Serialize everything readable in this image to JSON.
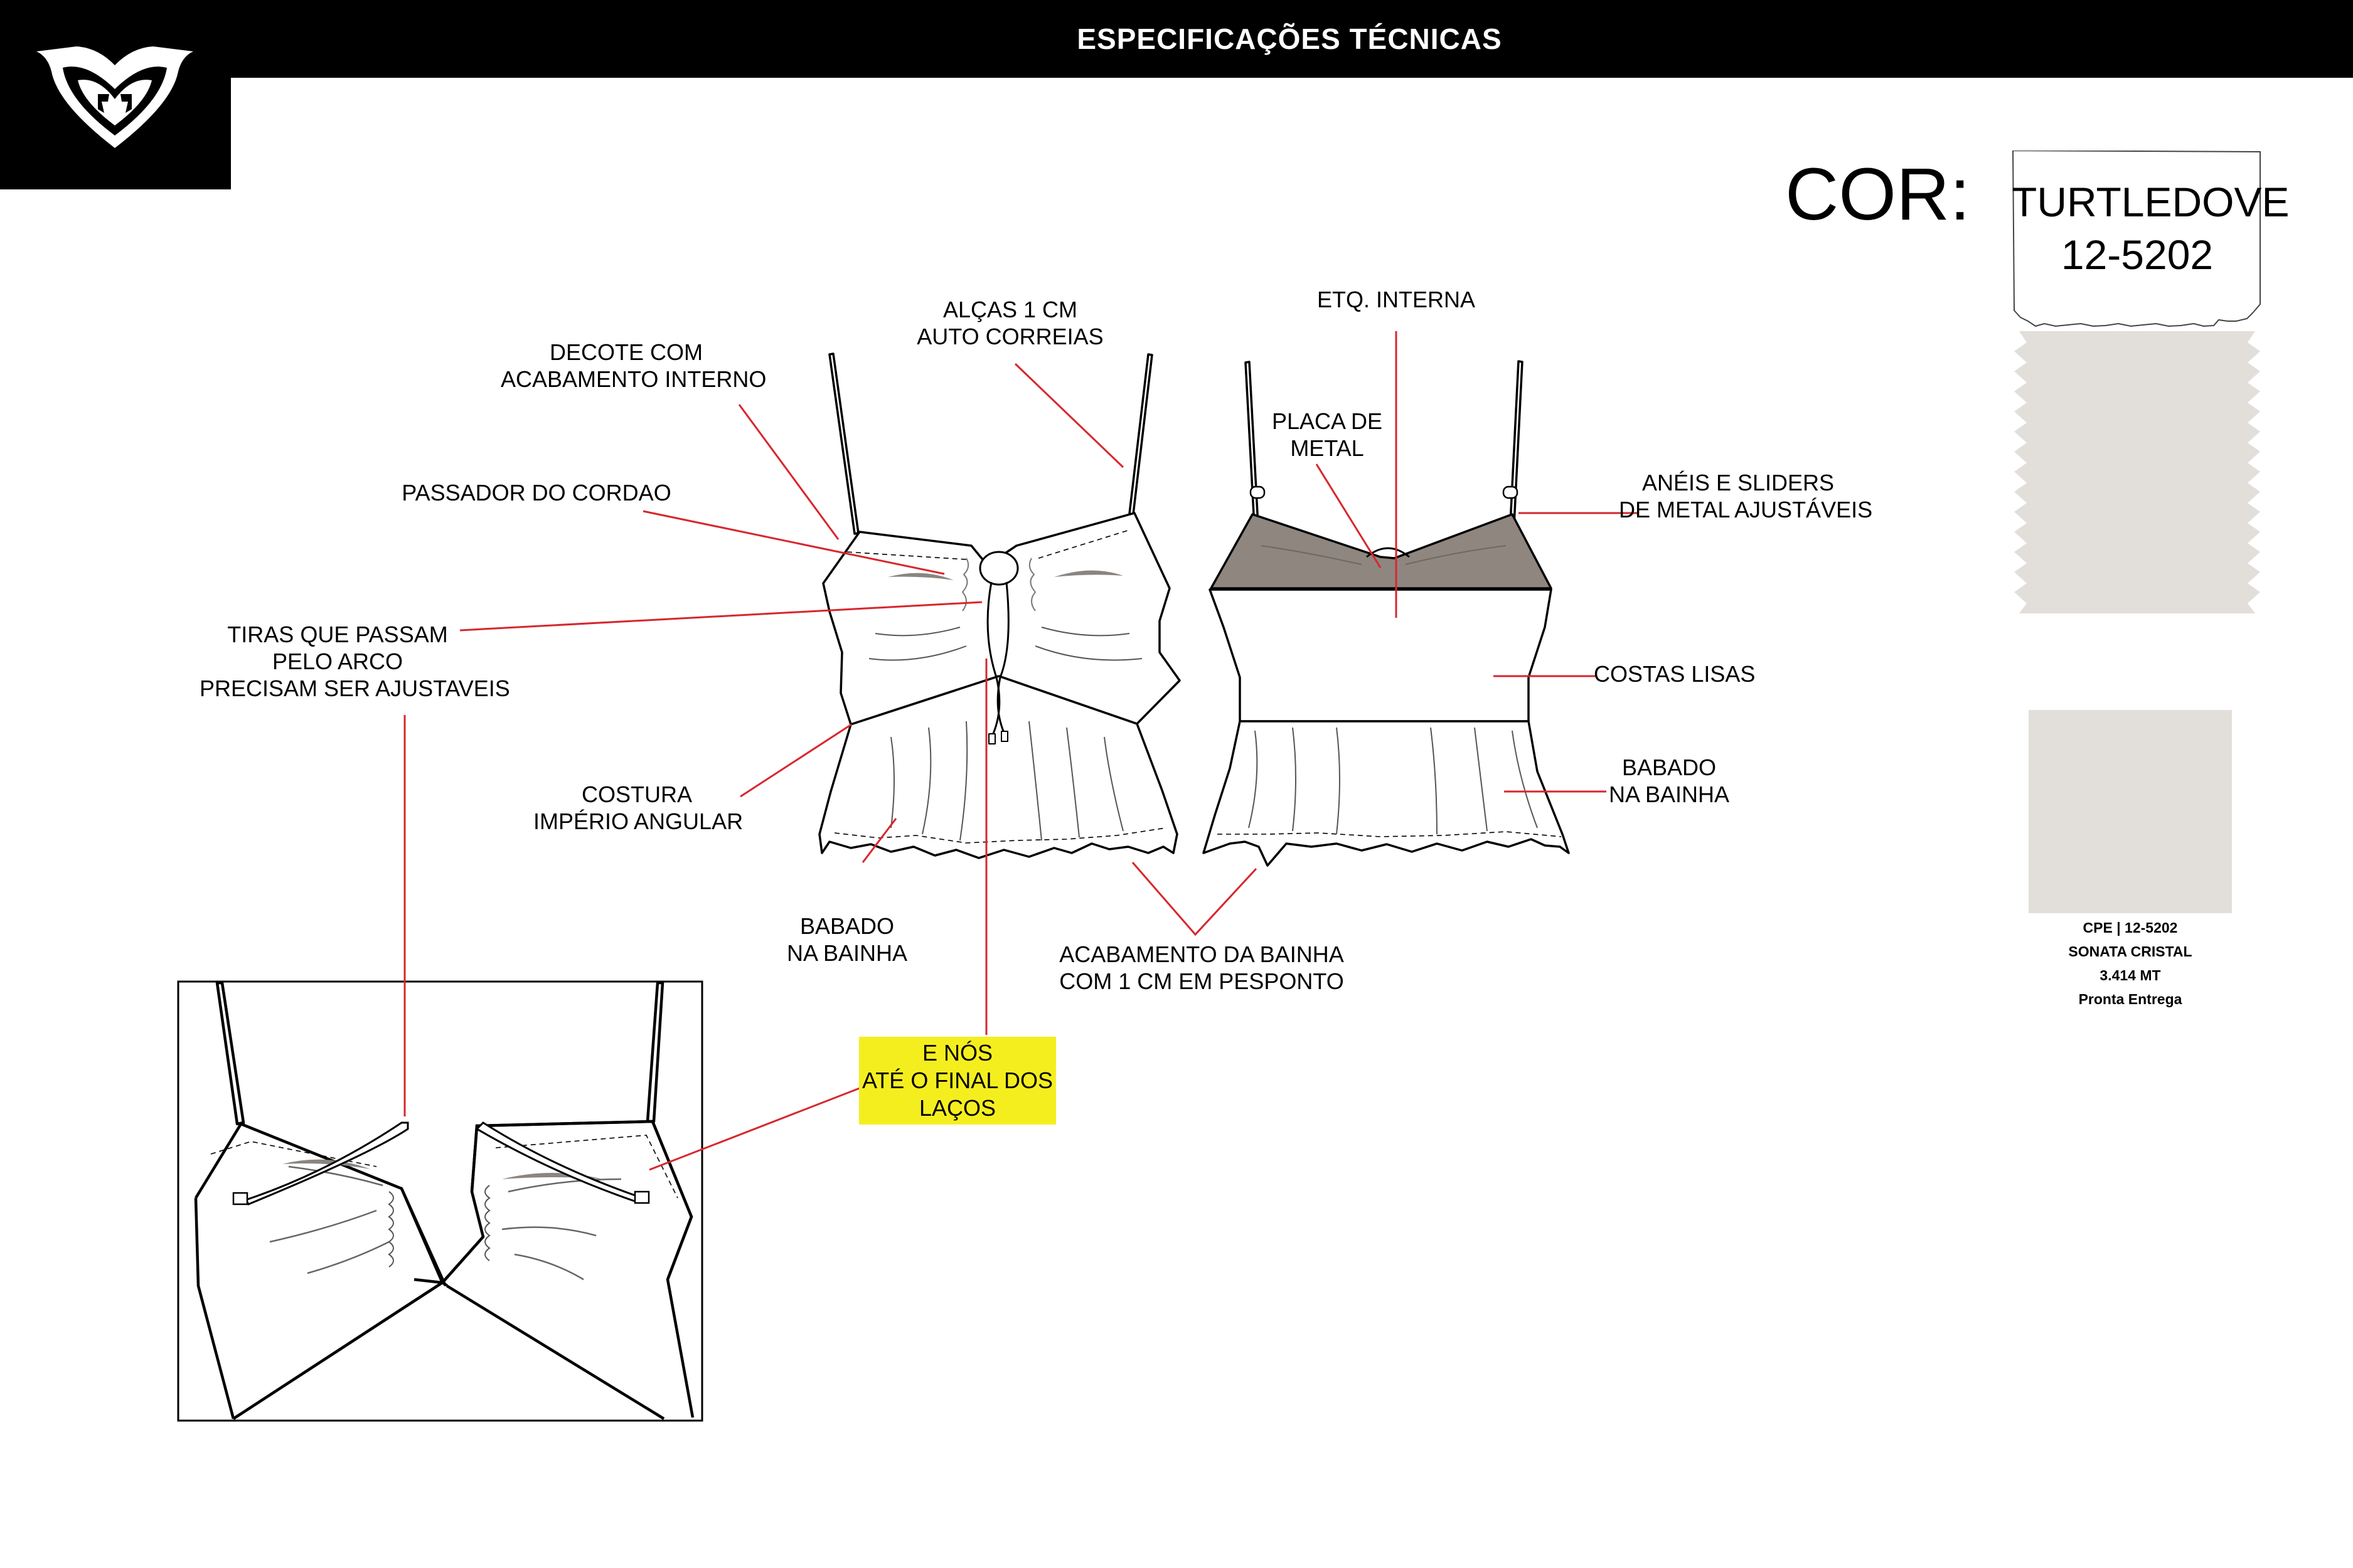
{
  "header": {
    "title": "ESPECIFICAÇÕES TÉCNICAS"
  },
  "color": {
    "label": "COR:",
    "swatch_name": "TURTLEDOVE",
    "swatch_code": "12-5202",
    "swatch_hex": "#e2dfda"
  },
  "fabric": {
    "hex": "#e2dfda",
    "line1": "CPE | 12-5202",
    "line2": "SONATA CRISTAL",
    "line3": "3.414 MT",
    "line4": "Pronta Entrega"
  },
  "callouts": {
    "alcas": [
      "ALÇAS 1 CM",
      "AUTO CORREIAS"
    ],
    "decote": [
      "DECOTE COM",
      "ACABAMENTO INTERNO"
    ],
    "passador": [
      "PASSADOR DO CORDAO"
    ],
    "tiras": [
      "TIRAS QUE PASSAM",
      "PELO ARCO",
      "PRECISAM SER AJUSTAVEIS"
    ],
    "costura": [
      "COSTURA",
      "IMPÉRIO ANGULAR"
    ],
    "babado_front": [
      "BABADO",
      "NA BAINHA"
    ],
    "acabamento": [
      "ACABAMENTO DA BAINHA",
      "COM 1 CM EM PESPONTO"
    ],
    "etq": [
      "ETQ. INTERNA"
    ],
    "placa": [
      "PLACA DE",
      "METAL"
    ],
    "aneis": [
      "ANÉIS E SLIDERS",
      "DE METAL AJUSTÁVEIS"
    ],
    "costas": [
      "COSTAS LISAS"
    ],
    "babado_back": [
      "BABADO",
      "NA BAINHA"
    ],
    "nos": [
      "E NÓS",
      "ATÉ O FINAL DOS",
      "LAÇOS"
    ]
  },
  "colors": {
    "leader": "#d7272d",
    "highlight": "#f5ee1f",
    "lining": "#8f8680"
  },
  "icons": [
    "roxy-heart-logo"
  ]
}
